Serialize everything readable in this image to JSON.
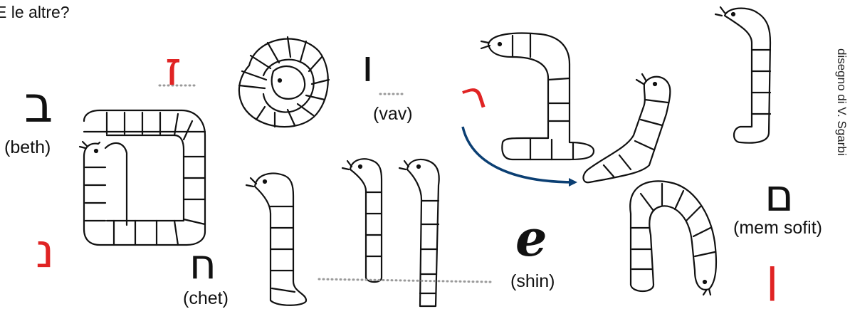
{
  "heading": "E le altre?",
  "credit": "disegno di V. Sgarbi",
  "colors": {
    "red": "#e02424",
    "arrow": "#0b3f73",
    "ink": "#111111",
    "dots": "#9a9a9a"
  },
  "letters": {
    "beth": {
      "glyph": "ב",
      "name": "(beth)"
    },
    "vav": {
      "glyph": "ו",
      "name": "(vav)"
    },
    "chet": {
      "glyph": "ח",
      "name": "(chet)"
    },
    "shin": {
      "glyph": "e",
      "name": "(shin)"
    },
    "mem_sofit": {
      "glyph": "ם",
      "name": "(mem sofit)"
    }
  },
  "red_letters": {
    "zayin": "ז",
    "nun": "נ",
    "resh_small": "ר",
    "nun_sofit": "ן"
  },
  "icons": [
    "coiled-worm-icon",
    "square-worm-icon",
    "standing-worm-icon",
    "bent-worm-icon",
    "arch-worm-icon",
    "curved-arrow-icon"
  ]
}
